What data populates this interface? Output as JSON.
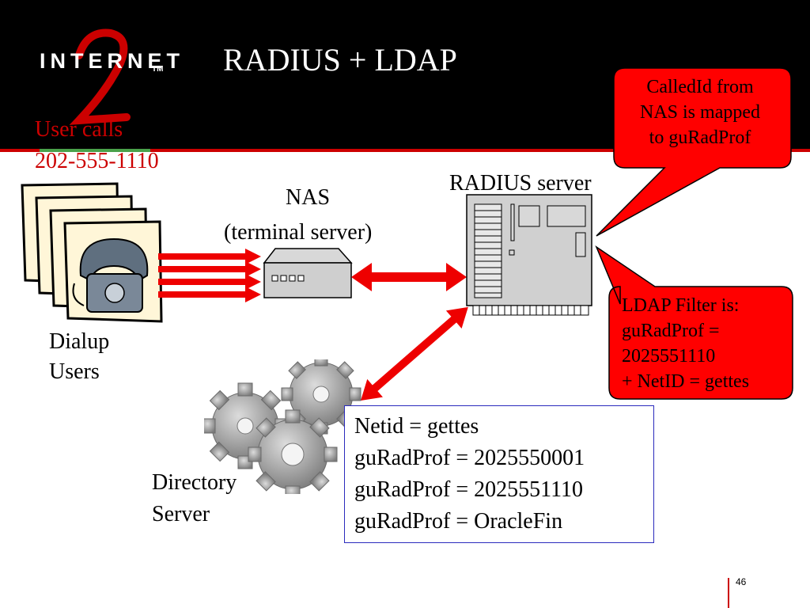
{
  "header": {
    "logo_word": "INTERNET",
    "logo_mark": "2",
    "logo_tm": "TM",
    "title": "RADIUS + LDAP"
  },
  "labels": {
    "user_calls": "User calls",
    "phone_number": "202-555-1110",
    "nas": "NAS",
    "nas_sub": "(terminal server)",
    "radius_server": "RADIUS server",
    "dialup_line1": "Dialup",
    "dialup_line2": "Users",
    "directory_line1": "Directory",
    "directory_line2": "Server"
  },
  "callouts": {
    "mapping": [
      "CalledId from",
      "NAS is mapped",
      "to guRadProf"
    ],
    "filter": [
      "LDAP Filter is:",
      "guRadProf =",
      "2025551110",
      "+ NetID = gettes"
    ]
  },
  "directory_entry": [
    "Netid = gettes",
    "guRadProf = 2025550001",
    "guRadProf = 2025551110",
    "guRadProf = OracleFin"
  ],
  "footer": {
    "page_number": "46"
  },
  "colors": {
    "header_bg": "#000000",
    "accent_red": "#cc0000",
    "callout_fill": "#ff0000",
    "box_border": "#2b2bbd"
  },
  "icons": {
    "users": "telephone-stack-icon",
    "nas": "terminal-server-icon",
    "radius": "server-tower-icon",
    "directory": "gears-icon"
  }
}
